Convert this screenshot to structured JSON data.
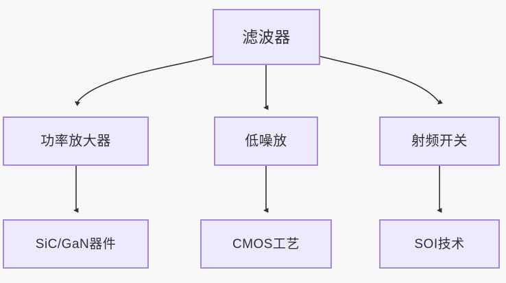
{
  "diagram": {
    "type": "flowchart",
    "direction": "top-down",
    "background_color": "#f8f8f9",
    "node_fill_color": "#eceafc",
    "node_border_color": "#a489d8",
    "node_text_color": "#2f2f35",
    "edge_color": "#2f2f35",
    "nodes": [
      {
        "id": "root",
        "label": "滤波器",
        "tier": 0
      },
      {
        "id": "pa",
        "label": "功率放大器",
        "tier": 1
      },
      {
        "id": "lna",
        "label": "低噪放",
        "tier": 1
      },
      {
        "id": "rfsw",
        "label": "射频开关",
        "tier": 1
      },
      {
        "id": "sicgan",
        "label": "SiC/GaN器件",
        "tier": 2
      },
      {
        "id": "cmos",
        "label": "CMOS工艺",
        "tier": 2
      },
      {
        "id": "soi",
        "label": "SOI技术",
        "tier": 2
      }
    ],
    "edges": [
      {
        "from": "root",
        "to": "pa",
        "style": "curved",
        "arrow": "filled-triangle"
      },
      {
        "from": "root",
        "to": "lna",
        "style": "straight",
        "arrow": "filled-triangle"
      },
      {
        "from": "root",
        "to": "rfsw",
        "style": "curved",
        "arrow": "filled-triangle"
      },
      {
        "from": "pa",
        "to": "sicgan",
        "style": "straight",
        "arrow": "filled-triangle"
      },
      {
        "from": "lna",
        "to": "cmos",
        "style": "straight",
        "arrow": "filled-triangle"
      },
      {
        "from": "rfsw",
        "to": "soi",
        "style": "straight",
        "arrow": "filled-triangle"
      }
    ]
  }
}
